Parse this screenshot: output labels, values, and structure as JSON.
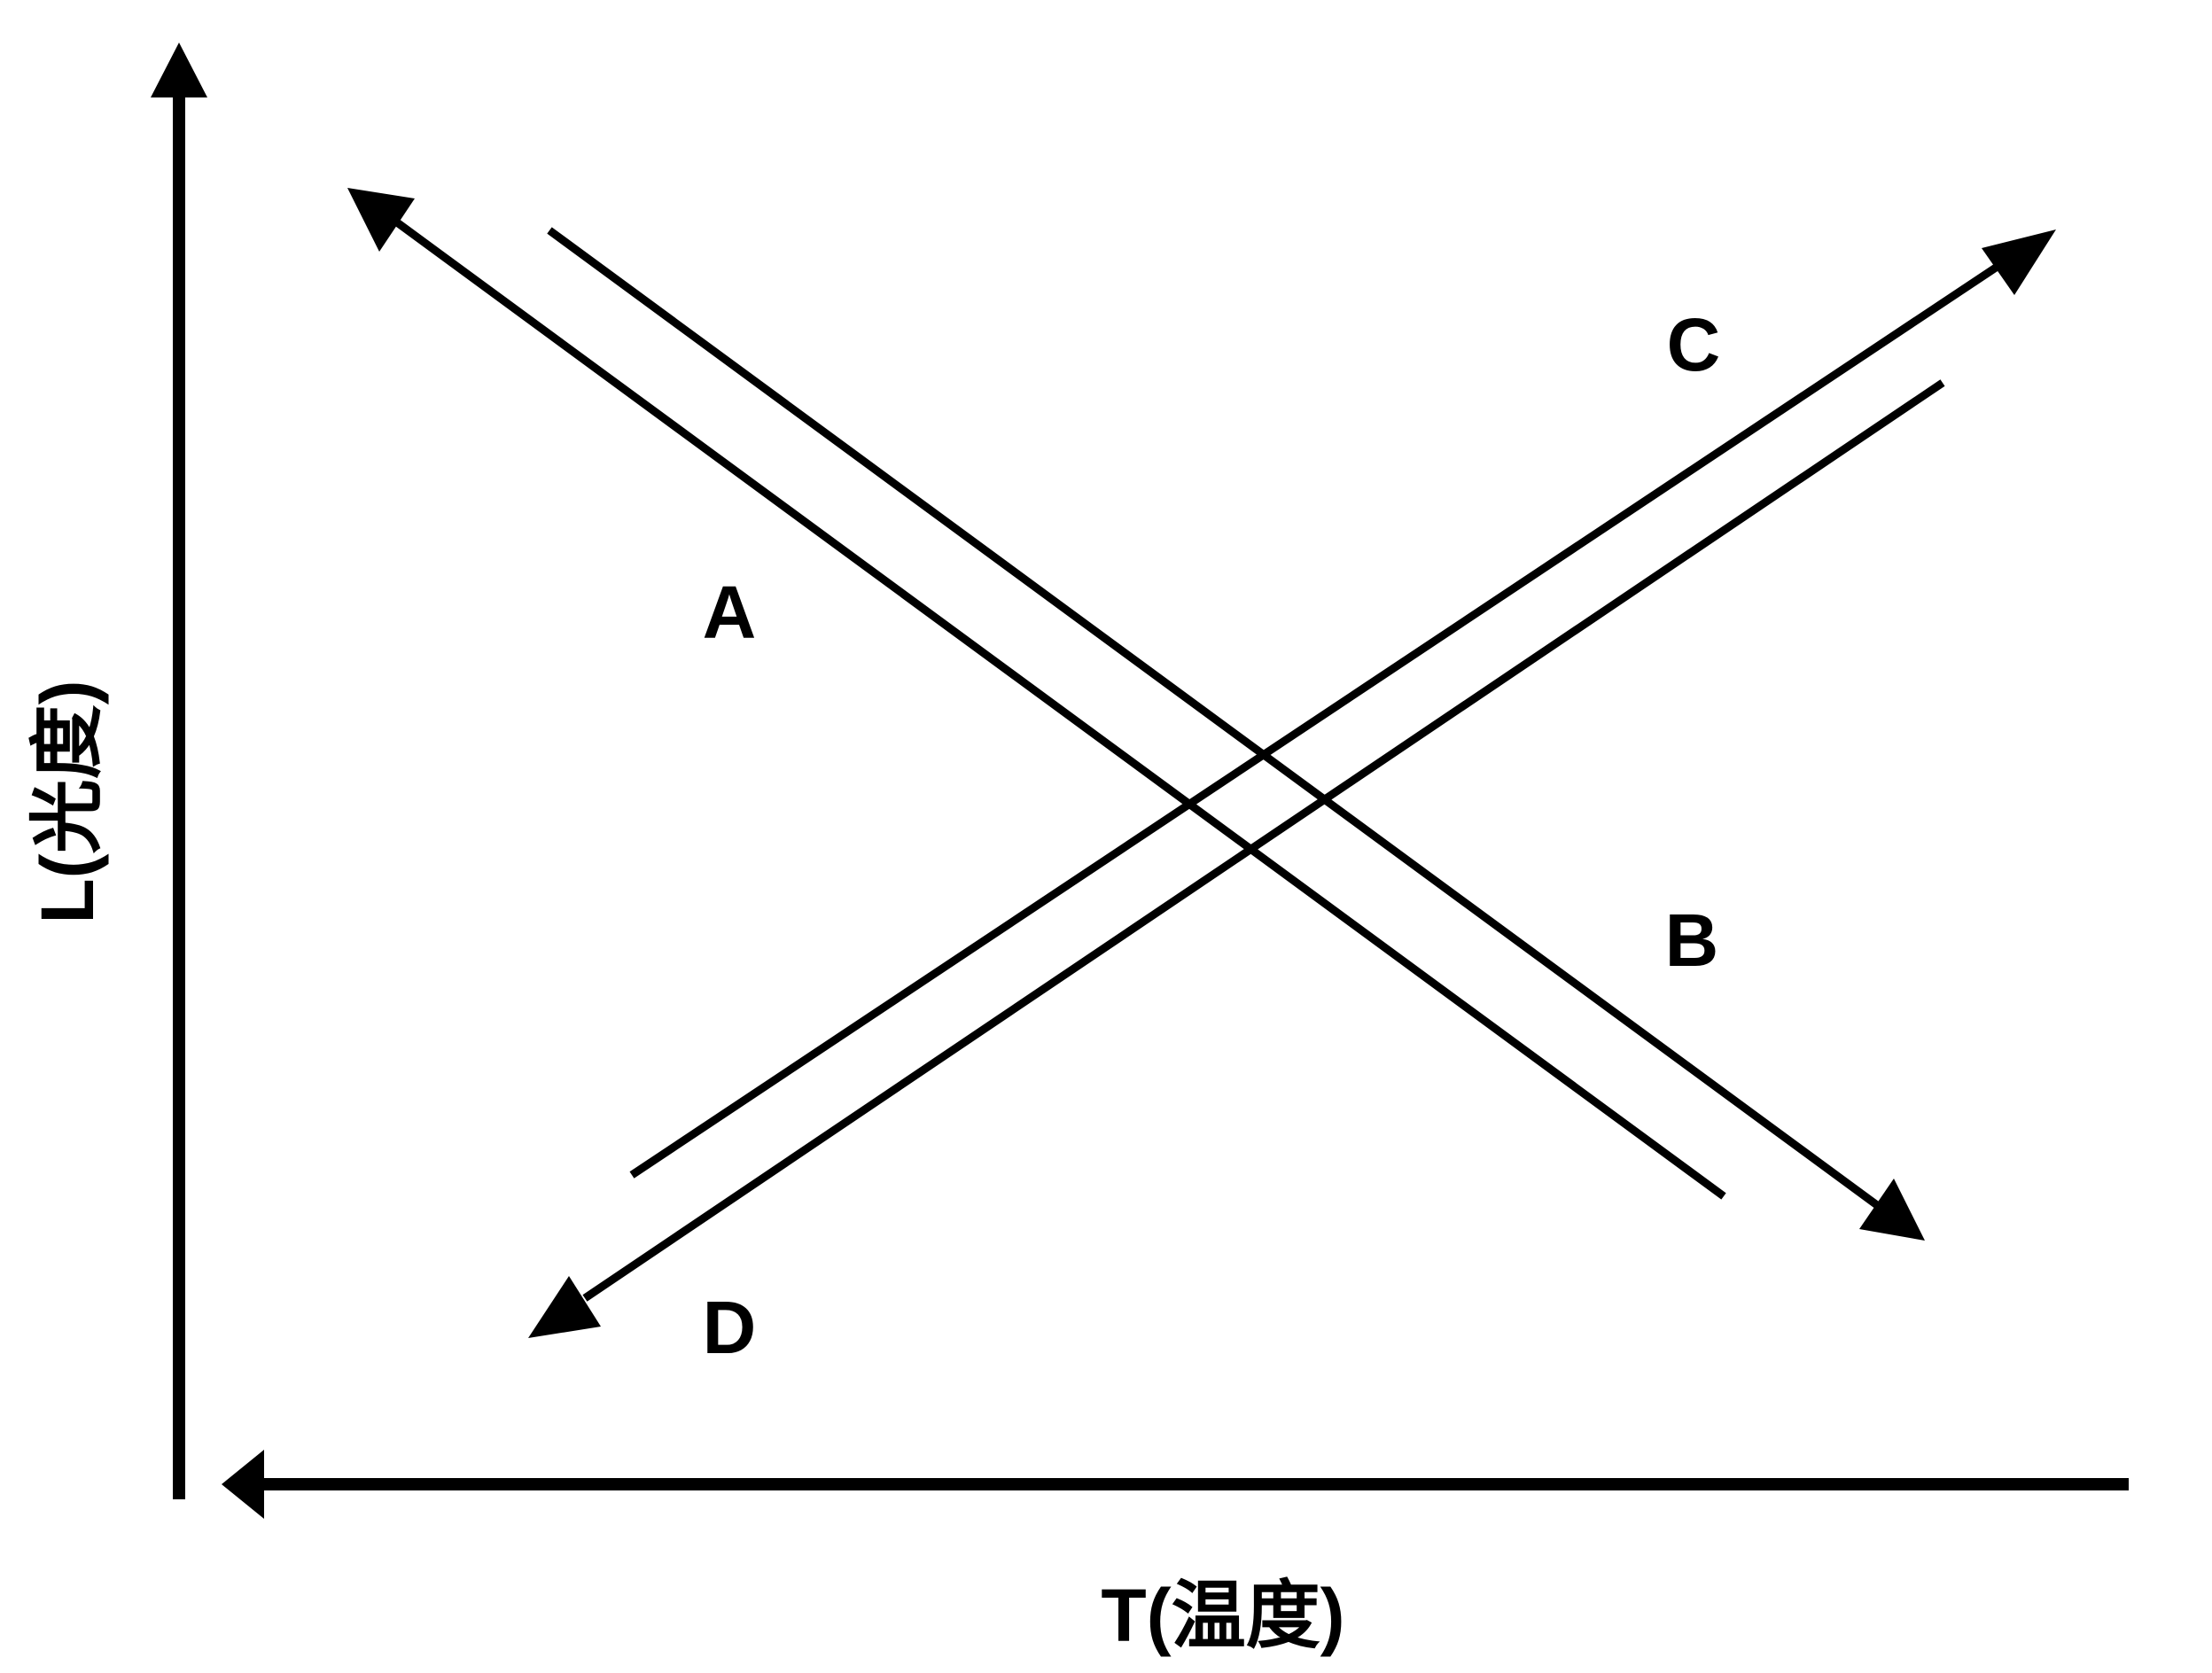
{
  "axes": {
    "y_label": "L(光度)",
    "x_label": "T(温度)"
  },
  "labels": {
    "a": "A",
    "b": "B",
    "c": "C",
    "d": "D"
  },
  "colors": {
    "stroke": "#000000",
    "background": "#ffffff"
  }
}
